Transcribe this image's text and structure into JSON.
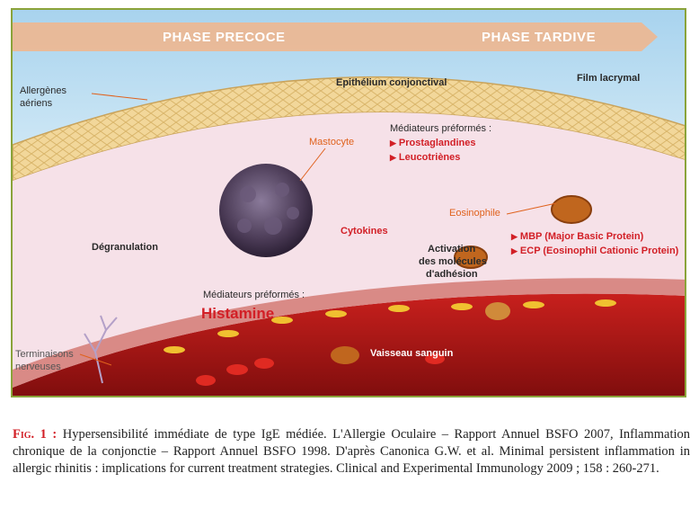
{
  "figure": {
    "phase_early": "PHASE PRECOCE",
    "phase_late": "PHASE TARDIVE",
    "allergens_line1": "Allergènes",
    "allergens_line2": "aériens",
    "epithelium": "Epithélium conjonctival",
    "tear_film": "Film lacrymal",
    "mastocyte": "Mastocyte",
    "mediators_top": "Médiateurs préformés :",
    "prostaglandins": "Prostaglandines",
    "leukotrienes": "Leucotriènes",
    "eosinophil": "Eosinophile",
    "mbp": "MBP (Major Basic Protein)",
    "ecp": "ECP (Eosinophil Cationic Protein)",
    "cytokines": "Cytokines",
    "degranulation": "Dégranulation",
    "activation_line1": "Activation",
    "activation_line2": "des molécules",
    "activation_line3": "d'adhésion",
    "mediators_bottom": "Médiateurs préformés :",
    "histamine": "Histamine",
    "nerve_line1": "Terminaisons",
    "nerve_line2": "nerveuses",
    "vessel": "Vaisseau sanguin"
  },
  "caption": {
    "fig_label": "Fig. 1 :",
    "text": "Hypersensibilité immédiate de type IgE médiée. L'Allergie Oculaire – Rapport Annuel BSFO 2007, Inflammation chronique de la conjonctie – Rapport Annuel BSFO 1998. D'après Canonica G.W. et al. Minimal persistent inflammation in allergic rhinitis : implications for current treatment strategies. Clinical and Experimental Immunology 2009 ; 158 : 260-271."
  },
  "colors": {
    "frame": "#8aa33a",
    "accent_red": "#d21f26",
    "label_orange": "#e0621d"
  }
}
